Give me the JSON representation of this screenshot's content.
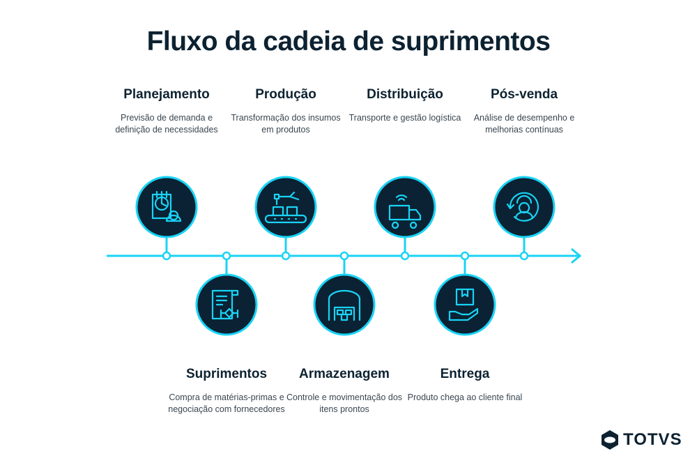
{
  "title": "Fluxo da cadeia de suprimentos",
  "steps": [
    {
      "title": "Planejamento",
      "desc": "Previsão de demanda e definição de necessidades",
      "icon": "calendar-chart-person-icon",
      "pos": "top"
    },
    {
      "title": "Suprimentos",
      "desc": "Compra de matérias-primas e negociação com fornecedores",
      "icon": "contract-handshake-icon",
      "pos": "bottom"
    },
    {
      "title": "Produção",
      "desc": "Transformação dos insumos em produtos",
      "icon": "robot-arm-conveyor-icon",
      "pos": "top"
    },
    {
      "title": "Armazenagem",
      "desc": "Controle e movimentação dos itens prontos",
      "icon": "warehouse-boxes-icon",
      "pos": "bottom"
    },
    {
      "title": "Distribuição",
      "desc": "Transporte e gestão logística",
      "icon": "connected-truck-icon",
      "pos": "top"
    },
    {
      "title": "Entrega",
      "desc": "Produto chega ao cliente final",
      "icon": "hand-package-icon",
      "pos": "bottom"
    },
    {
      "title": "Pós-venda",
      "desc": "Análise de desempenho e melhorias contínuas",
      "icon": "customer-support-cycle-icon",
      "pos": "top"
    }
  ],
  "logo": "TOTVS",
  "colors": {
    "accent": "#1ad3f5",
    "dark": "#0a2233"
  }
}
